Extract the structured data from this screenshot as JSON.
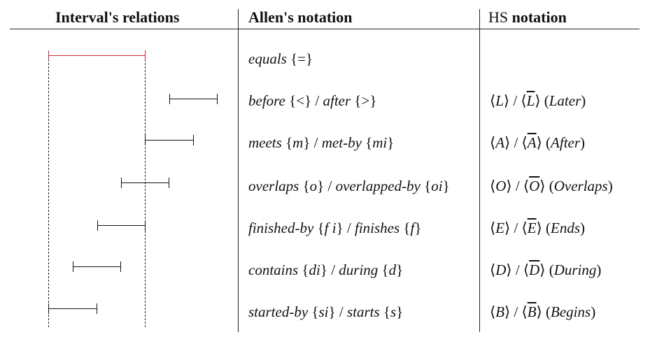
{
  "header": {
    "col1": "Interval's relations",
    "col2": "Allen's notation",
    "col3_prefix": "HS",
    "col3_bold": "notation"
  },
  "reference_color": "#d0262b",
  "rows": [
    {
      "id": "equals",
      "allen_a": "equals",
      "allen_a_sym": "{=}",
      "allen_b": "",
      "allen_b_sym": "",
      "hs": "",
      "hs_name": ""
    },
    {
      "id": "before-after",
      "allen_a": "before",
      "allen_a_sym": "{<}",
      "allen_b": "after",
      "allen_b_sym": "{>}",
      "hs": "L",
      "hs_name": "Later"
    },
    {
      "id": "meets-met-by",
      "allen_a": "meets",
      "allen_a_sym_open": "{",
      "allen_a_letter": "m",
      "allen_a_sym_close": "}",
      "allen_b": "met-by",
      "allen_b_sym_open": "{",
      "allen_b_letter": "mi",
      "allen_b_sym_close": "}",
      "hs": "A",
      "hs_name": "After"
    },
    {
      "id": "overlaps",
      "allen_a": "overlaps",
      "allen_a_letter": "o",
      "allen_b": "overlapped-by",
      "allen_b_letter": "oi",
      "hs": "O",
      "hs_name": "Overlaps"
    },
    {
      "id": "finished-by",
      "allen_a": "finished-by",
      "allen_a_letter": "f i",
      "allen_b": "finishes",
      "allen_b_letter": "f",
      "hs": "E",
      "hs_name": "Ends"
    },
    {
      "id": "contains",
      "allen_a": "contains",
      "allen_a_letter": "di",
      "allen_b": "during",
      "allen_b_letter": "d",
      "hs": "D",
      "hs_name": "During"
    },
    {
      "id": "started-by",
      "allen_a": "started-by",
      "allen_a_letter": "si",
      "allen_b": "starts",
      "allen_b_letter": "s",
      "hs": "B",
      "hs_name": "Begins"
    }
  ]
}
